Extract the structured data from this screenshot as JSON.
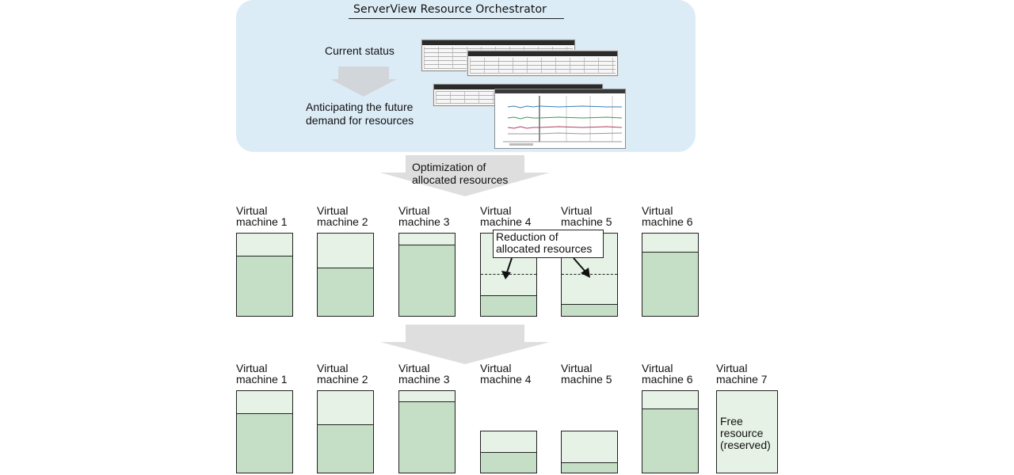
{
  "panel": {
    "title": "ServerView Resource Orchestrator",
    "current_status": "Current status",
    "anticipating_line1": "Anticipating the future",
    "anticipating_line2": "demand for resources"
  },
  "step_arrow": {
    "line1": "Optimization of",
    "line2": "allocated resources"
  },
  "callout": {
    "line1": "Reduction of",
    "line2": "allocated resources"
  },
  "free_resource": {
    "line1": "Free",
    "line2": "resource",
    "line3": "(reserved)"
  },
  "colors": {
    "panel_bg": "#dcecf7",
    "vm_free": "#e6f2e6",
    "vm_used": "#c5dec6",
    "arrow": "#dedede"
  },
  "before": [
    {
      "line1": "Virtual",
      "line2": "machine 1",
      "used_fraction": 0.72
    },
    {
      "line1": "Virtual",
      "line2": "machine 2",
      "used_fraction": 0.58
    },
    {
      "line1": "Virtual",
      "line2": "machine 3",
      "used_fraction": 0.86
    },
    {
      "line1": "Virtual",
      "line2": "machine 4",
      "used_fraction": 0.24,
      "previous_fraction": 0.5
    },
    {
      "line1": "Virtual",
      "line2": "machine 5",
      "used_fraction": 0.13,
      "previous_fraction": 0.5
    },
    {
      "line1": "Virtual",
      "line2": "machine 6",
      "used_fraction": 0.77
    }
  ],
  "after": [
    {
      "line1": "Virtual",
      "line2": "machine 1",
      "used_fraction": 0.72
    },
    {
      "line1": "Virtual",
      "line2": "machine 2",
      "used_fraction": 0.58
    },
    {
      "line1": "Virtual",
      "line2": "machine 3",
      "used_fraction": 0.86
    },
    {
      "line1": "Virtual",
      "line2": "machine 4",
      "used_fraction": 0.48
    },
    {
      "line1": "Virtual",
      "line2": "machine 5",
      "used_fraction": 0.24
    },
    {
      "line1": "Virtual",
      "line2": "machine 6",
      "used_fraction": 0.78
    },
    {
      "line1": "Virtual",
      "line2": "machine 7"
    }
  ]
}
